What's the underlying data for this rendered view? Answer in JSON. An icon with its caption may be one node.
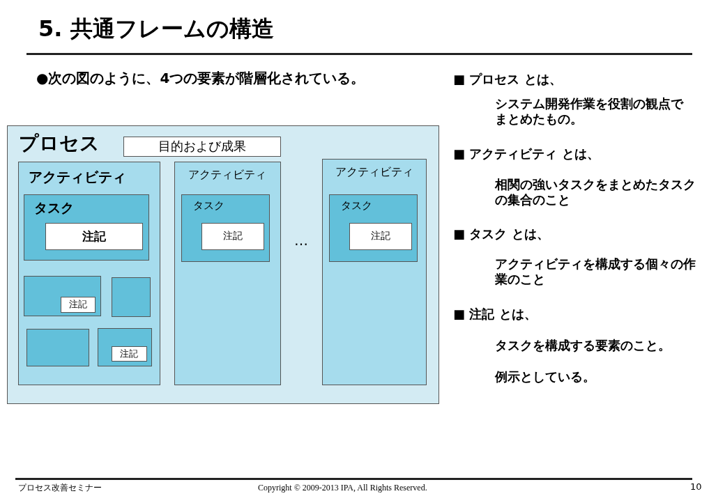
{
  "diagram": {
    "title": "5. 共通フレームの構造",
    "nodes": [
      {
        "text": [
          "プロセス"
        ]
      },
      {
        "text": [
          "目的および成果"
        ],
        "in": 0
      },
      {
        "text": [
          "アクティビティ"
        ],
        "in": 0
      },
      {
        "text": [
          "タスク"
        ],
        "in": 2
      },
      {
        "text": [
          "注記"
        ],
        "in": 3
      },
      {
        "text": [],
        "shape": "box",
        "in": 2
      },
      {
        "text": [
          "注記"
        ],
        "in": 5
      },
      {
        "text": [],
        "shape": "box",
        "in": 2
      },
      {
        "text": [],
        "shape": "box",
        "in": 2
      },
      {
        "text": [],
        "shape": "box",
        "in": 2
      },
      {
        "text": [
          "注記"
        ],
        "in": 9
      },
      {
        "text": [
          "アクティビティ"
        ],
        "in": 0
      },
      {
        "text": [
          "タスク"
        ],
        "in": 11
      },
      {
        "text": [
          "注記"
        ],
        "in": 12
      },
      {
        "text": [
          "アクティビティ"
        ],
        "in": 0
      },
      {
        "text": [
          "タスク"
        ],
        "in": 14
      },
      {
        "text": [
          "注記"
        ],
        "in": 15
      }
    ],
    "labels": [
      "●次の図のように、4つの要素が階層化されている。",
      "…",
      "■ プロセス とは、",
      "システム開発作業を役割の観点でまとめたもの。",
      "■ アクティビティ とは、",
      "相関の強いタスクをまとめたタスクの集合のこと",
      "■ タスク とは、",
      "アクティビティを構成する個々の作業のこと",
      "■ 注記 とは、",
      "タスクを構成する要素のこと。",
      "例示としている。",
      "プロセス改善セミナー",
      "Copyright © 2009-2013 IPA, All Rights Reserved.",
      "10"
    ]
  }
}
